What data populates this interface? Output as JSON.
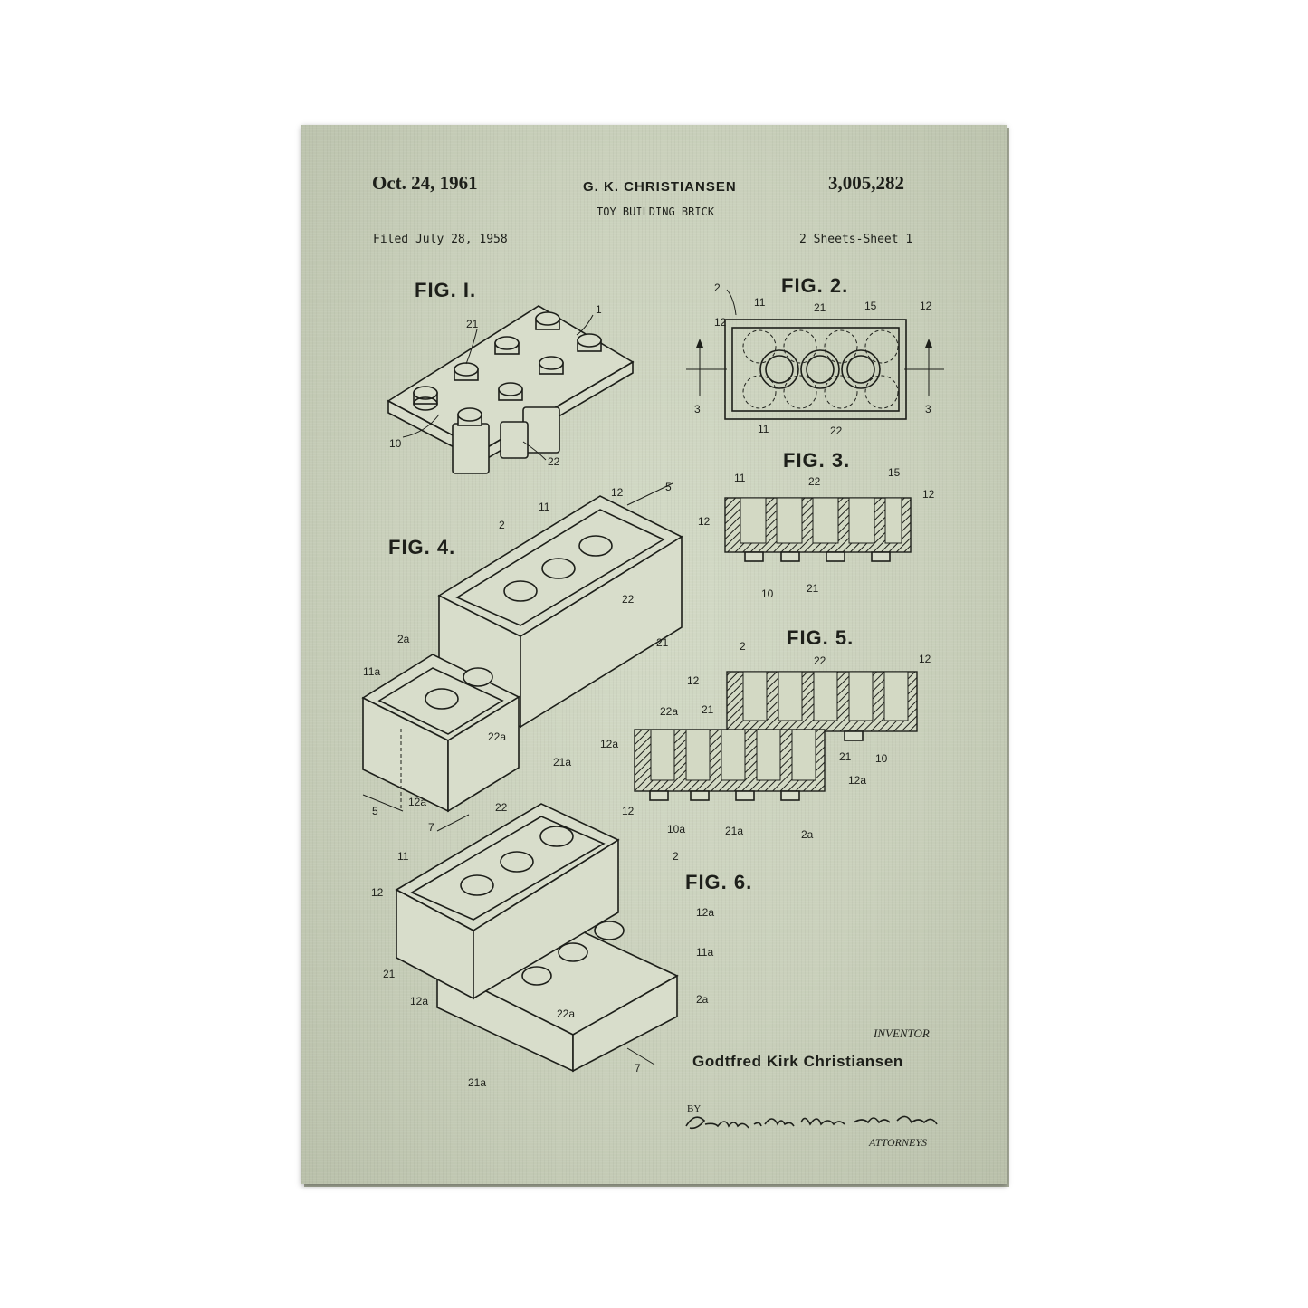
{
  "header": {
    "date": "Oct. 24, 1961",
    "inventor_short": "G. K. CHRISTIANSEN",
    "title": "TOY BUILDING BRICK",
    "patent_number": "3,005,282",
    "filed": "Filed July 28, 1958",
    "sheets": "2 Sheets-Sheet 1"
  },
  "figures": {
    "fig1": "FIG. I.",
    "fig2": "FIG. 2.",
    "fig3": "FIG. 3.",
    "fig4": "FIG. 4.",
    "fig5": "FIG. 5.",
    "fig6": "FIG. 6."
  },
  "refs": {
    "r1": "1",
    "r2": "2",
    "r2a": "2a",
    "r3": "3",
    "r5": "5",
    "r7": "7",
    "r10": "10",
    "r10a": "10a",
    "r11": "11",
    "r11a": "11a",
    "r12": "12",
    "r12a": "12a",
    "r15": "15",
    "r21": "21",
    "r21a": "21a",
    "r22": "22",
    "r22a": "22a"
  },
  "footer": {
    "inventor_label": "INVENTOR",
    "inventor_name": "Godtfred Kirk Christiansen",
    "by": "BY",
    "attorneys_signature": "Stevens, Davis, Miller & Mosher",
    "attorneys_label": "ATTORNEYS"
  },
  "colors": {
    "paper": "#c9d0bb",
    "ink": "#1d1f1a"
  }
}
